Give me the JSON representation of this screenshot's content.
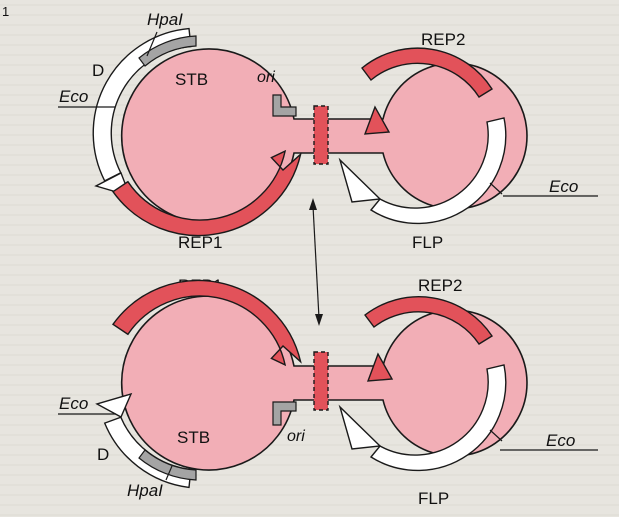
{
  "figure": {
    "panel_number": "1",
    "colors": {
      "background": "#e7e5df",
      "plasmid_body": "#f2aeb6",
      "rep_gene": "#e2525a",
      "flp_gene": "#ffffff",
      "stb_marker": "#a4a4a4",
      "ori": "#e2525a"
    }
  },
  "top_plasmid": {
    "hpai": "HpaI",
    "d": "D",
    "eco_left": "Eco",
    "stb": "STB",
    "ori": "ori",
    "rep2": "REP2",
    "eco_right": "Eco",
    "rep1": "REP1",
    "flp": "FLP"
  },
  "bottom_plasmid": {
    "rep1": "REP1",
    "rep2": "REP2",
    "eco_left": "Eco",
    "stb": "STB",
    "ori": "ori",
    "d": "D",
    "hpai": "HpaI",
    "eco_right": "Eco",
    "flp": "FLP"
  }
}
